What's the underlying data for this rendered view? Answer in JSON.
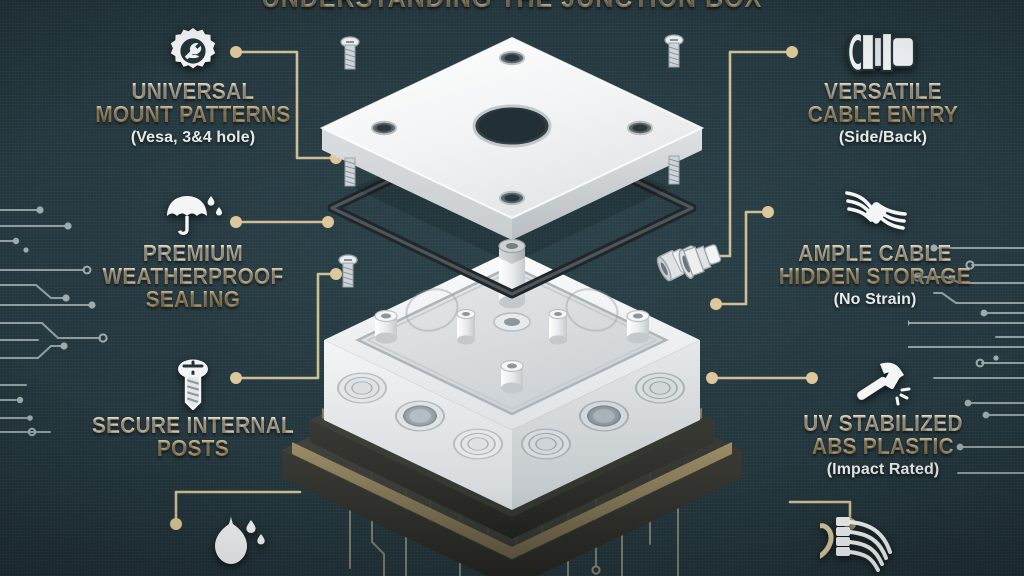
{
  "title": "UNDERSTANDING THE JUNCTION BOX",
  "colors": {
    "background_dark": "#1b2c32",
    "background_mid": "#2b4149",
    "accent_gold": "#d9c79a",
    "accent_gold_dark": "#c0a26a",
    "heading_light": "#f7efdc",
    "subtitle_white": "#e7eaea",
    "product_white": "#f2f3f3",
    "gasket_dark": "#3d4347",
    "base_platform": "#3a3a36"
  },
  "callouts": {
    "mount": {
      "icon": "gear-wrench-icon",
      "title_line1": "UNIVERSAL",
      "title_line2": "MOUNT PATTERNS",
      "subtitle": "(Vesa, 3&4 hole)"
    },
    "weather": {
      "icon": "umbrella-rain-icon",
      "title_line1": "PREMIUM",
      "title_line2": "WEATHERPROOF",
      "title_line3": "SEALING",
      "subtitle": ""
    },
    "posts": {
      "icon": "screw-icon",
      "title_line1": "SECURE INTERNAL",
      "title_line2": "POSTS",
      "subtitle": ""
    },
    "entry": {
      "icon": "cable-gland-icon",
      "title_line1": "VERSATILE",
      "title_line2": "CABLE ENTRY",
      "subtitle": "(Side/Back)"
    },
    "storage": {
      "icon": "cable-bundle-icon",
      "title_line1": "AMPLE CABLE",
      "title_line2": "HIDDEN STORAGE",
      "subtitle": "(No Strain)"
    },
    "uv": {
      "icon": "hammer-impact-icon",
      "title_line1": "UV STABILIZED",
      "title_line2": "ABS PLASTIC",
      "subtitle": "(Impact Rated)"
    },
    "bottom_left": {
      "icon": "water-droplet-icon",
      "title_line1": "",
      "subtitle": ""
    },
    "bottom_right": {
      "icon": "wire-strands-icon",
      "title_line1": "",
      "subtitle": ""
    }
  },
  "illustration": {
    "name": "exploded-junction-box",
    "parts": [
      "lid-plate",
      "gasket-seal",
      "box-body",
      "cable-gland",
      "mounting-screws",
      "base-platform"
    ],
    "lid_corner_holes": 4,
    "lid_center_hole": 1,
    "internal_posts": 6,
    "knockouts_visible": 9,
    "floating_screws": 4
  }
}
